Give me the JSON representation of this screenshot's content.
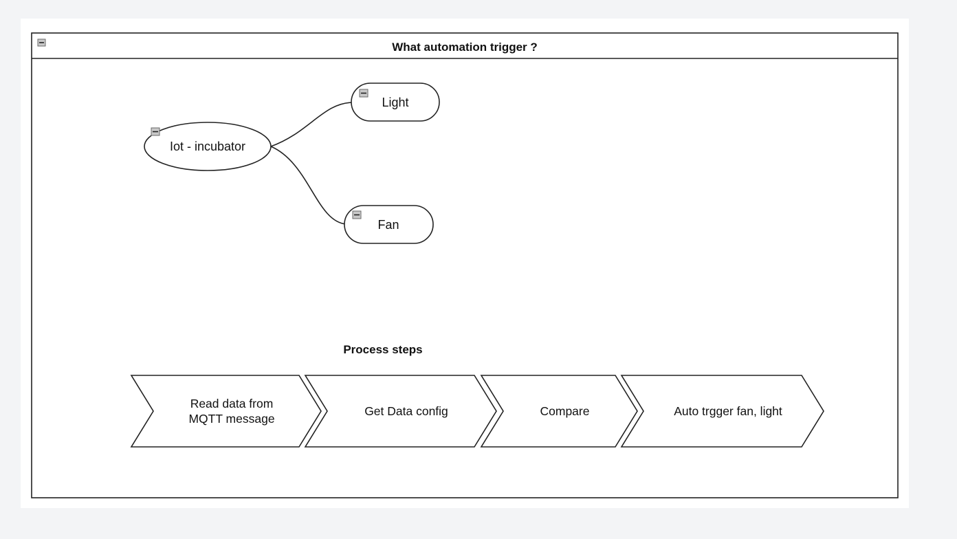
{
  "container": {
    "title": "What automation trigger ?"
  },
  "mindmap": {
    "root": "Iot - incubator",
    "children": [
      "Light",
      "Fan"
    ]
  },
  "process": {
    "title": "Process steps",
    "steps": [
      [
        "Read data from",
        "MQTT message"
      ],
      [
        "Get Data config"
      ],
      [
        "Compare"
      ],
      [
        "Auto trgger fan, light"
      ]
    ]
  }
}
